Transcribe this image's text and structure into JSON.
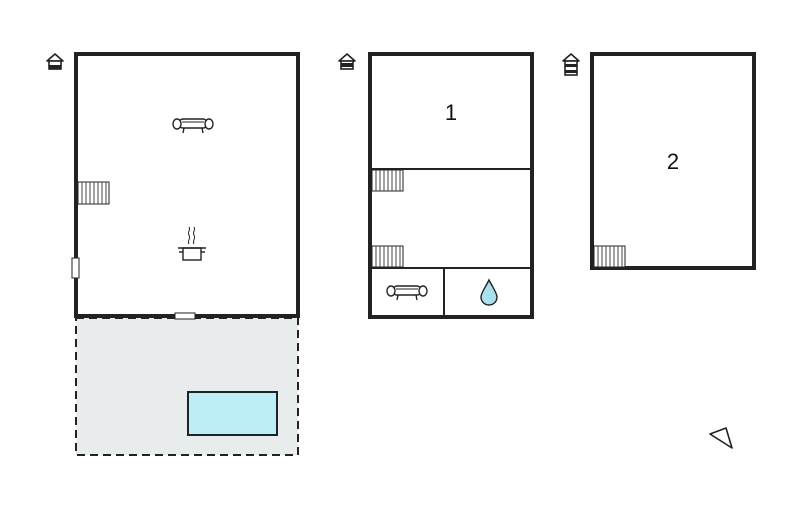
{
  "floors": [
    {
      "level_icon": "house-ground-floor-icon",
      "rooms": [
        {
          "icon": "sofa-icon"
        },
        {
          "icon": "cooking-pot-icon"
        }
      ]
    },
    {
      "level_icon": "house-first-floor-icon",
      "rooms": [
        {
          "label": "1"
        },
        {
          "icon": "sofa-icon"
        },
        {
          "icon": "water-drop-icon"
        }
      ]
    },
    {
      "level_icon": "house-second-floor-icon",
      "rooms": [
        {
          "label": "2"
        }
      ]
    }
  ],
  "outdoor": {
    "terrace": "terrace-area",
    "pool": "swimming-pool"
  },
  "compass": "north-arrow-icon",
  "colors": {
    "wall": "#222222",
    "terrace": "#e9ecec",
    "pool_fill": "#bdeef8",
    "water_drop": "#a7e1ee"
  }
}
